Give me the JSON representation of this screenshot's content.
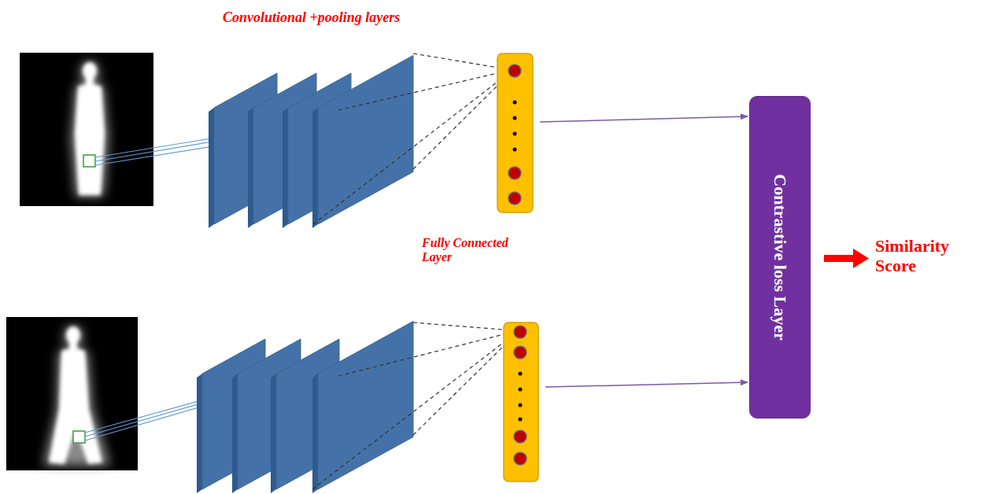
{
  "diagram": {
    "nodes": [
      {
        "text": [
          "Contrastive loss Layer"
        ]
      }
    ],
    "labels": [
      "Convolutional +pooling layers",
      "Fully Connected Layer",
      "Similarity Score"
    ]
  }
}
